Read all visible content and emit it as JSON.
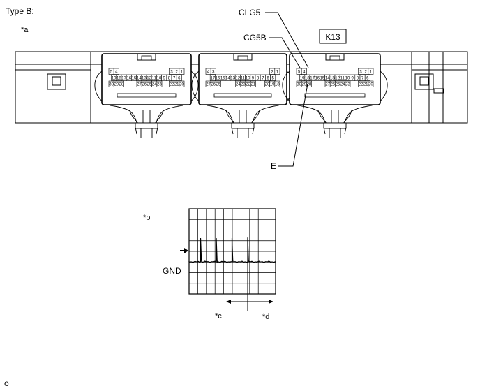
{
  "header": {
    "type_label": "Type B:"
  },
  "callouts": {
    "a": "*a",
    "b": "*b",
    "c": "*c",
    "d": "*d"
  },
  "connector": {
    "name": "K13",
    "terminal_labels": {
      "clg5": "CLG5",
      "cg5b": "CG5B",
      "e": "E"
    },
    "blocks": [
      {
        "top_left": [
          "5",
          "4"
        ],
        "top_right": [
          "3",
          "2",
          "1"
        ],
        "row1": [
          "19",
          "18",
          "17",
          "16",
          "15",
          "14",
          "13",
          "12",
          "11",
          "10",
          "9",
          "8",
          "7",
          "6"
        ],
        "row2_left": [
          "30",
          "29",
          "28"
        ],
        "row2_mid": [
          "27",
          "26",
          "25",
          "24",
          "23"
        ],
        "row2_right": [
          "22",
          "21",
          "20"
        ]
      },
      {
        "top_left": [
          "4",
          "3"
        ],
        "top_right": [
          "2",
          "1"
        ],
        "row1": [
          "17",
          "16",
          "15",
          "14",
          "13",
          "12",
          "11",
          "10",
          "9",
          "8",
          "7",
          "6",
          "5"
        ],
        "row2_left": [
          "27",
          "26",
          "25"
        ],
        "row2_mid": [
          "24",
          "23",
          "22",
          "21"
        ],
        "row2_right": [
          "20",
          "19",
          "18"
        ]
      },
      {
        "top_left": [
          "5",
          "4"
        ],
        "top_right": [
          "3",
          "2",
          "1"
        ],
        "row1": [
          "19",
          "18",
          "17",
          "16",
          "15",
          "14",
          "13",
          "12",
          "11",
          "10",
          "9",
          "8",
          "7",
          "6"
        ],
        "row2_left": [
          "30",
          "29",
          "28"
        ],
        "row2_mid": [
          "27",
          "26",
          "25",
          "24",
          "23"
        ],
        "row2_right": [
          "22",
          "21",
          "20"
        ]
      }
    ]
  },
  "waveform": {
    "ground_label": "GND",
    "grid": {
      "columns": 10,
      "rows": 8
    },
    "pulse_count": 4
  },
  "footer": {
    "code": "o"
  }
}
